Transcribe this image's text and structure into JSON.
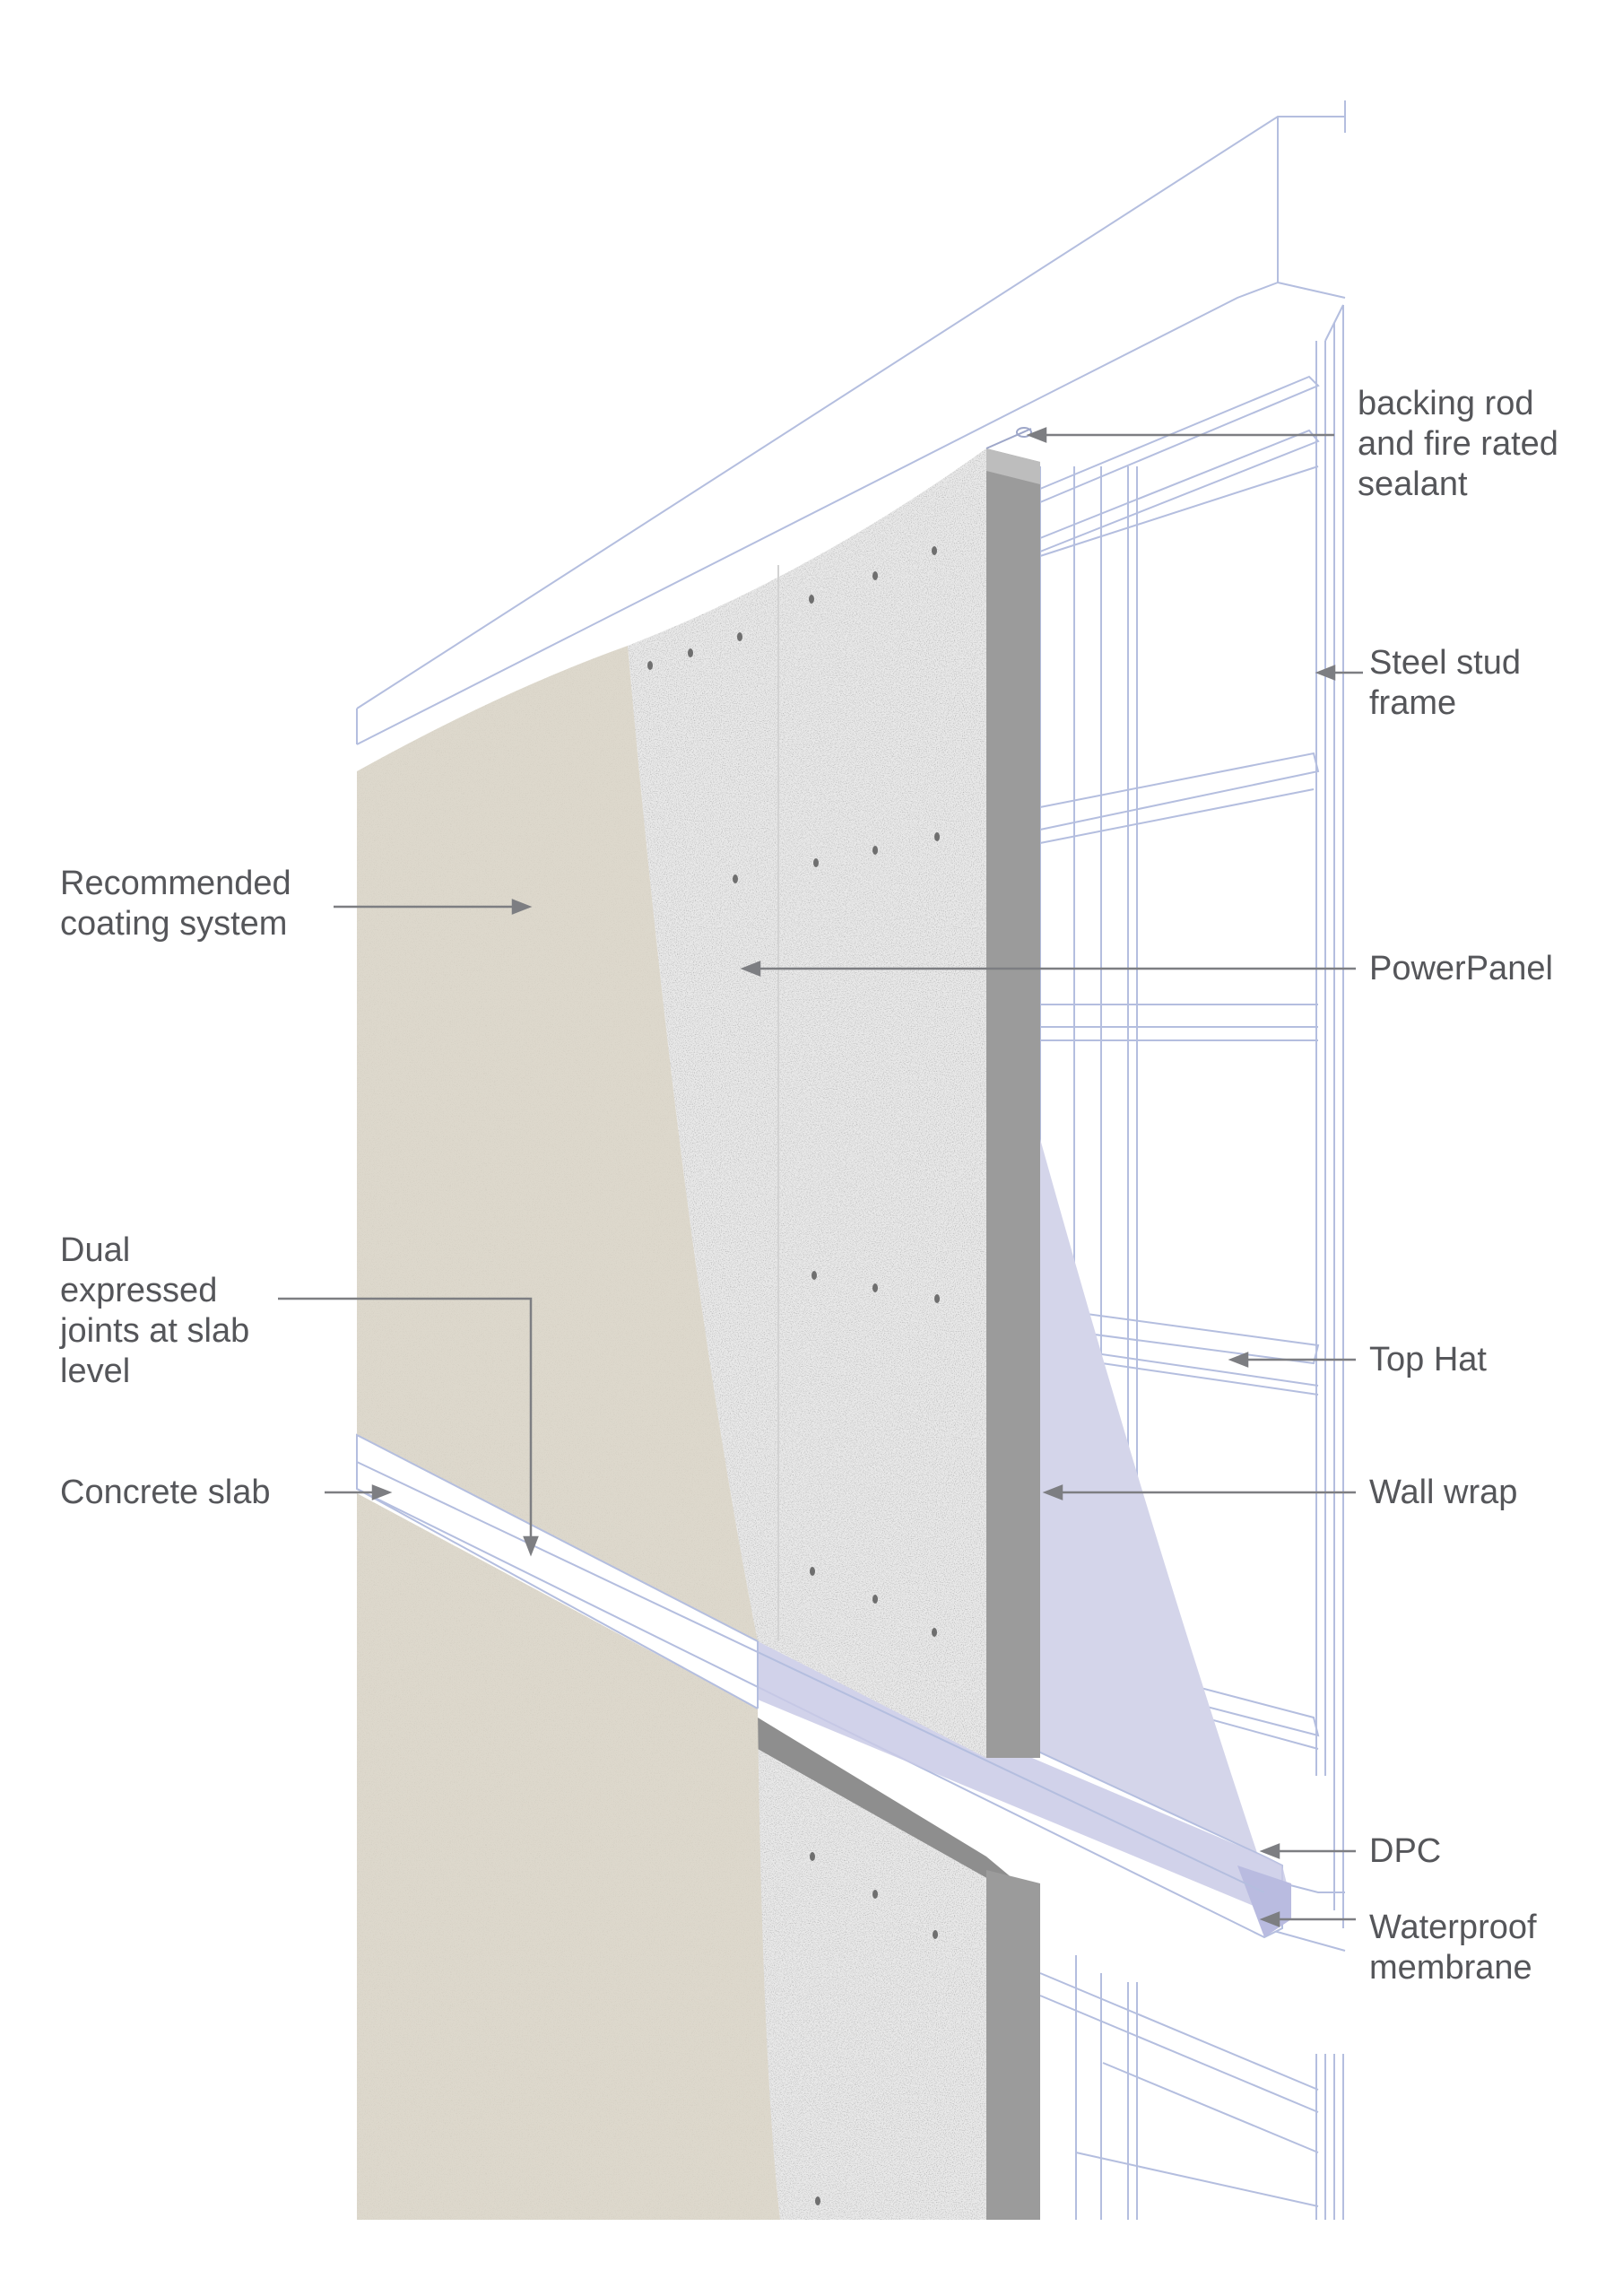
{
  "labels": {
    "backing_rod": "backing rod\nand fire rated\nsealant",
    "steel_stud": "Steel stud\nframe",
    "coating": "Recommended\ncoating system",
    "powerpanel": "PowerPanel",
    "dual_joints": "Dual\nexpressed\njoints at slab\nlevel",
    "top_hat": "Top Hat",
    "concrete_slab": "Concrete slab",
    "wall_wrap": "Wall wrap",
    "dpc": "DPC",
    "waterproof": "Waterproof\nmembrane"
  },
  "colors": {
    "frame_line": "#b4bedf",
    "coating": "#ddd8cc",
    "panel": "#e9e9e9",
    "panel_edge": "#9b9b9b",
    "wrap": "#d4d5ea",
    "label_text": "#55565a",
    "leader": "#7d7e82"
  }
}
